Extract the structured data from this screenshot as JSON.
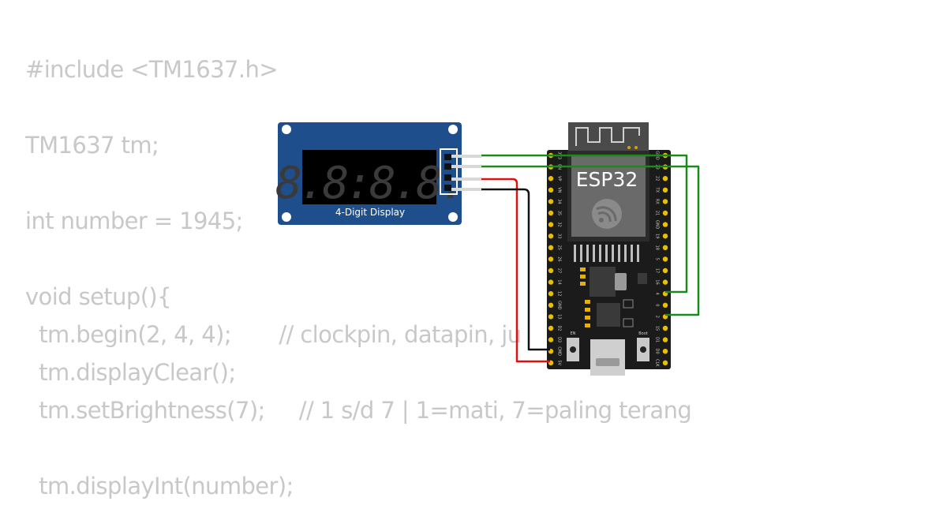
{
  "code": {
    "lines": [
      "#include <TM1637.h>",
      "",
      "TM1637 tm;",
      "",
      "int number = 1945;",
      "",
      "void setup(){",
      "  tm.begin(2, 4, 4);       // clockpin, datapin, ju",
      "  tm.displayClear();",
      "  tm.setBrightness(7);     // 1 s/d 7 | 1=mati, 7=paling terang",
      "",
      "  tm.displayInt(number);"
    ]
  },
  "display_module": {
    "label": "4-Digit Display",
    "digits": "8.8:8.8.",
    "board_color": "#1f4e8c",
    "segment_color": "#3a3a3a"
  },
  "esp32": {
    "chip_label": "ESP32",
    "en_label": "EN",
    "boot_label": "Boot",
    "left_pins": [
      "3V3",
      "EN",
      "VP",
      "VN",
      "34",
      "35",
      "32",
      "33",
      "25",
      "26",
      "27",
      "14",
      "12",
      "GND",
      "13",
      "D2",
      "D3",
      "CMD",
      "5V"
    ],
    "right_pins": [
      "GND",
      "23",
      "22",
      "TX",
      "RX",
      "21",
      "GND",
      "19",
      "18",
      "5",
      "17",
      "16",
      "4",
      "0",
      "2",
      "15",
      "D1",
      "D0",
      "CLK"
    ]
  },
  "wires": {
    "clk_color": "#1a8a1a",
    "dio_color": "#1a8a1a",
    "vcc_color": "#e01010",
    "gnd_color": "#111111"
  }
}
